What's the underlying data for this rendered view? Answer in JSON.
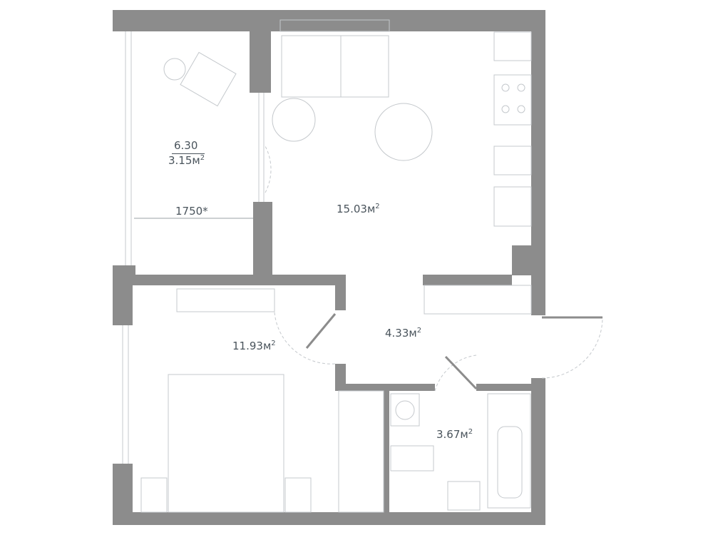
{
  "plan": {
    "balcony": {
      "coefficient_area": "6.30",
      "area": "3.15м",
      "sup": "2",
      "width_dim": "1750*"
    },
    "living_kitchen": {
      "area": "15.03м",
      "sup": "2"
    },
    "bedroom": {
      "area": "11.93м",
      "sup": "2"
    },
    "hallway": {
      "area": "4.33м",
      "sup": "2"
    },
    "bathroom": {
      "area": "3.67м",
      "sup": "2"
    }
  },
  "colors": {
    "wall": "#8c8c8c",
    "text": "#4a545c",
    "furniture": "#c4c8cc"
  }
}
